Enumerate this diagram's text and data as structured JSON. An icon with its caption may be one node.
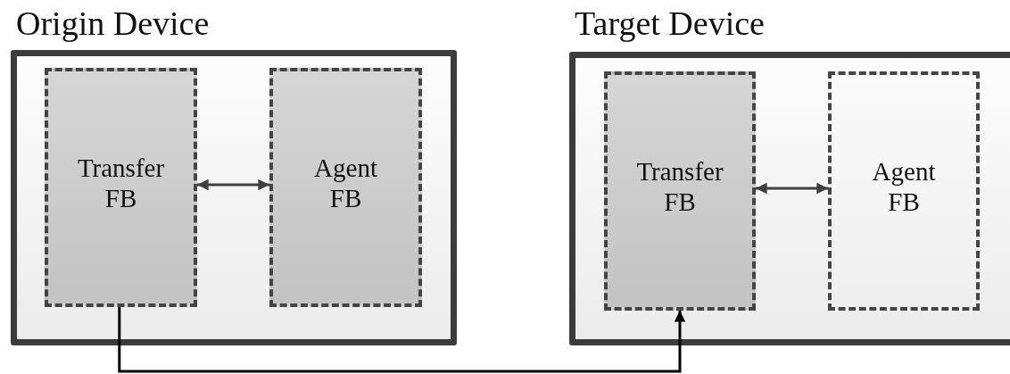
{
  "diagram": {
    "nodes": [
      {
        "text": [
          "Origin Device"
        ]
      },
      {
        "text": [
          "Transfer FB"
        ],
        "in": 0
      },
      {
        "text": [
          "Agent FB"
        ],
        "in": 0
      },
      {
        "text": [
          "Target Device"
        ]
      },
      {
        "text": [
          "Transfer FB"
        ],
        "in": 3
      },
      {
        "text": [
          "Agent FB"
        ],
        "in": 3
      }
    ],
    "edges": [
      {
        "from": 1,
        "to": 2,
        "arrow": "both"
      },
      {
        "from": 4,
        "to": 5,
        "arrow": "both"
      },
      {
        "from": 1,
        "to": 4,
        "arrow": "to"
      }
    ]
  }
}
